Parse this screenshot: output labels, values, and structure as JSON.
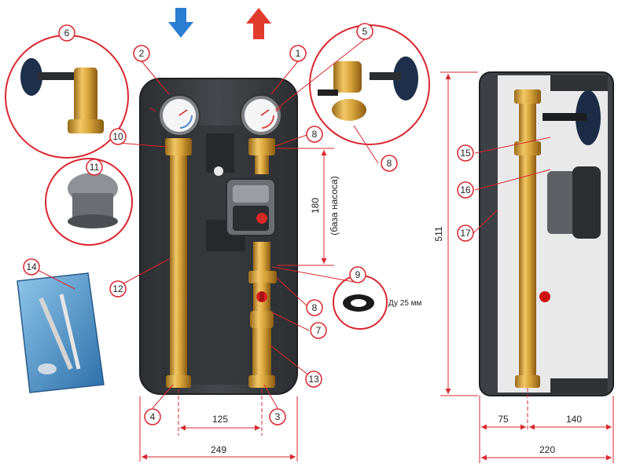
{
  "callouts": [
    "1",
    "2",
    "3",
    "4",
    "5",
    "6",
    "7",
    "8",
    "8",
    "8",
    "9",
    "10",
    "11",
    "12",
    "13",
    "14",
    "15",
    "16",
    "17"
  ],
  "dimensions": {
    "d249": "249",
    "d125": "125",
    "d180": "180",
    "pump_base": "(база насоса)",
    "d511": "511",
    "d75": "75",
    "d140": "140",
    "d220": "220"
  },
  "gasket_label": "Ду 25 мм",
  "colors": {
    "inflow_arrow": "#2a7fd4",
    "outflow_arrow": "#e23b2e",
    "callout_red": "#d9272e",
    "brass": "#d8a43a",
    "insulation": "#3b3d40"
  },
  "icons": [
    "down-arrow-icon",
    "up-arrow-icon",
    "thermometer-icon",
    "pump-icon",
    "ball-valve-icon",
    "gasket-icon",
    "hardware-bag-icon"
  ]
}
